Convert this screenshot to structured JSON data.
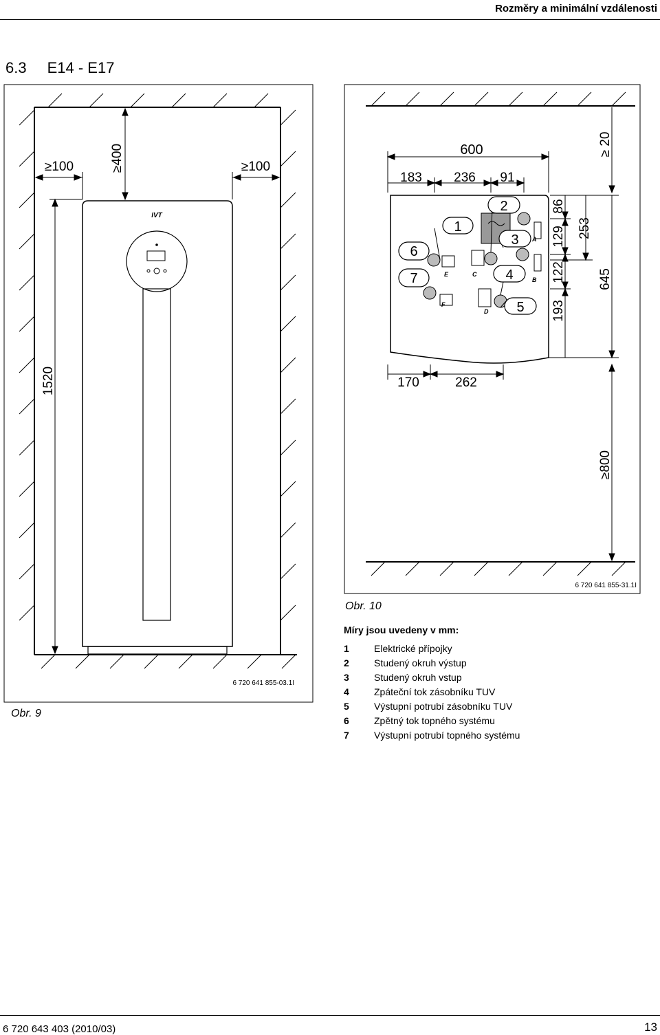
{
  "header": {
    "title": "Rozměry a minimální vzdálenosti"
  },
  "section": {
    "number": "6.3",
    "title": "E14 - E17"
  },
  "figure9": {
    "caption": "Obr. 9",
    "code": "6 720  641 855-03.1I",
    "dims": {
      "side_left": "≥100",
      "top": "≥400",
      "side_right": "≥100",
      "height": "1520"
    },
    "logo": "IVT"
  },
  "figure10": {
    "caption": "Obr. 10",
    "code": "6 720 641 855-31.1I",
    "dims": {
      "total_width": "600",
      "w1": "183",
      "w2": "236",
      "w3": "91",
      "b1": "170",
      "b2": "262",
      "top_clear": "≥ 20",
      "bottom_clear": "≥800",
      "v86": "86",
      "v129": "129",
      "v122": "122",
      "v193": "193",
      "v253": "253",
      "v645": "645"
    },
    "markers": [
      "1",
      "2",
      "3",
      "4",
      "5",
      "6",
      "7"
    ],
    "letters": [
      "A",
      "B",
      "C",
      "D",
      "E",
      "F"
    ]
  },
  "legend": {
    "title": "Míry jsou uvedeny v mm:",
    "items": [
      {
        "num": "1",
        "text": "Elektrické přípojky"
      },
      {
        "num": "2",
        "text": "Studený okruh výstup"
      },
      {
        "num": "3",
        "text": "Studený okruh vstup"
      },
      {
        "num": "4",
        "text": "Zpáteční tok zásobníku TUV"
      },
      {
        "num": "5",
        "text": "Výstupní potrubí zásobníku TUV"
      },
      {
        "num": "6",
        "text": "Zpětný tok topného systému"
      },
      {
        "num": "7",
        "text": "Výstupní potrubí topného systému"
      }
    ]
  },
  "footer": {
    "doc": "6 720 643 403 (2010/03)",
    "page": "13"
  }
}
